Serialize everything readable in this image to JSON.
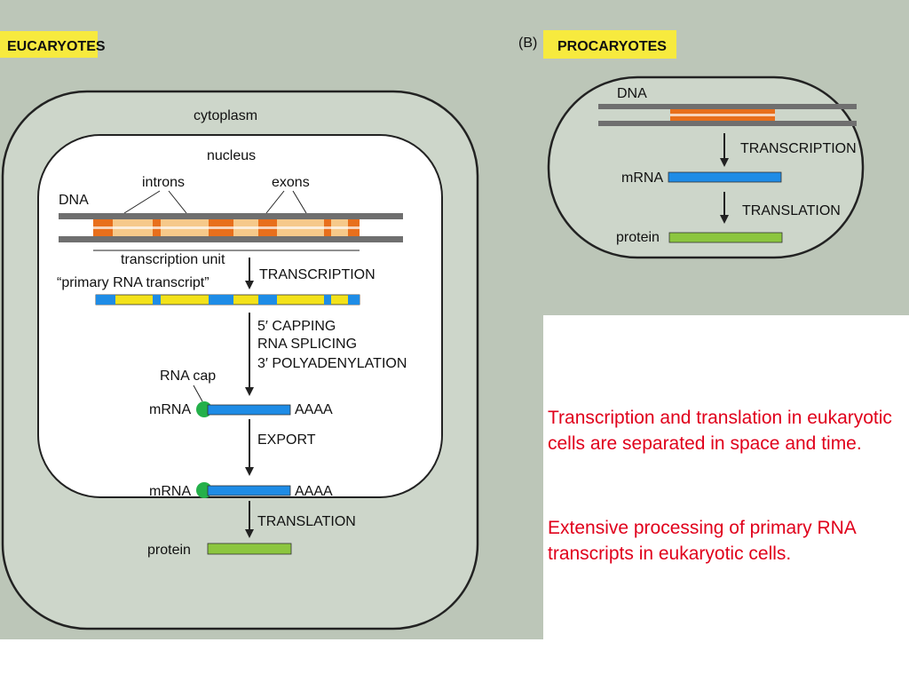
{
  "colors": {
    "background_paper": "#bcc6b8",
    "cell_fill": "#cdd6ca",
    "nucleus_fill": "#ffffff",
    "dna_strand": "#6f6f6f",
    "intron": "#f6c98a",
    "exon": "#e86f1c",
    "mrna": "#1e8ce6",
    "primary_yellow": "#f3e21a",
    "protein": "#8cc63f",
    "cap": "#24b04a",
    "header_yellow": "#f7ea3e",
    "caption_red": "#e0001b"
  },
  "eukaryotes": {
    "header": "EUCARYOTES",
    "cytoplasm": "cytoplasm",
    "nucleus": "nucleus",
    "introns": "introns",
    "exons": "exons",
    "dna": "DNA",
    "transcription_unit": "transcription unit",
    "primary_transcript": "“primary RNA transcript”",
    "steps": {
      "transcription": "TRANSCRIPTION",
      "capping": "5′ CAPPING",
      "splicing": "RNA SPLICING",
      "polyadenylation": "3′ POLYADENYLATION",
      "export": "EXPORT",
      "translation": "TRANSLATION"
    },
    "rna_cap": "RNA cap",
    "mrna": "mRNA",
    "poly_a": "AAAA",
    "protein": "protein"
  },
  "prokaryotes": {
    "panel_letter": "(B)",
    "header": "PROCARYOTES",
    "dna": "DNA",
    "transcription": "TRANSCRIPTION",
    "mrna": "mRNA",
    "translation": "TRANSLATION",
    "protein": "protein"
  },
  "captions": {
    "line1": "Transcription and translation in eukaryotic cells are separated in space and time.",
    "line2": "Extensive processing of primary RNA transcripts in eukaryotic cells."
  }
}
